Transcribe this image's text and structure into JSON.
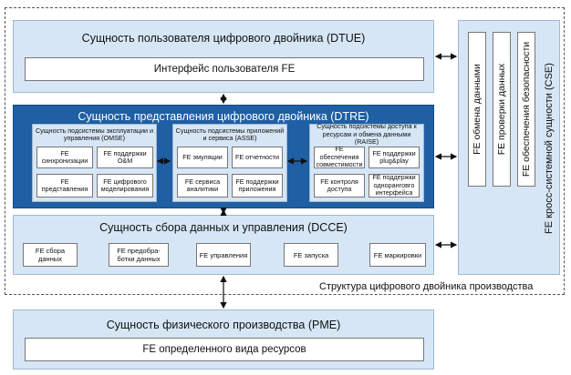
{
  "dtue": {
    "title": "Сущность пользователя цифрового двойника (DTUE)",
    "interface": "Интерфейс пользователя FE"
  },
  "dtre": {
    "title": "Сущность представления цифрового двойника (DTRE)",
    "omse": {
      "title": "Сущность подсистемы эксплуатации и управления (OMSE)",
      "items": [
        "FE синхронизации",
        "FE поддержки O&M",
        "FE представления",
        "FE цифрового моделирования"
      ]
    },
    "asse": {
      "title": "Сущность подсистемы приложений и сервиса (ASSE)",
      "items": [
        "FE эмуляции",
        "FE отчетности",
        "FE сервиса аналитики",
        "FE поддержки приложения"
      ]
    },
    "raise": {
      "title": "Сущность подсистемы доступа к ресурсам и обмена данными (RAISE)",
      "items": [
        "FE обеспечения совместимости",
        "FE поддержки plug&play",
        "FE контроля доступа",
        "FE поддержки одноранговго интерфейса"
      ]
    }
  },
  "dcce": {
    "title": "Сущность сбора данных и управления (DCCE)",
    "items": [
      "FE сбора данных",
      "FE предобра-ботки данных",
      "FE управления",
      "FE запуска",
      "FE маркировки"
    ]
  },
  "cse": {
    "title": "FE кросс-системной сущности (CSE)",
    "items": [
      "FE обмена данными",
      "FE проверки данных",
      "FE обеспечения безопасности"
    ]
  },
  "structure_label": "Структура цифрового двойника производства",
  "pme": {
    "title": "Сущность физического производства (PME)",
    "resource": "FE определенного вида ресурсов"
  }
}
